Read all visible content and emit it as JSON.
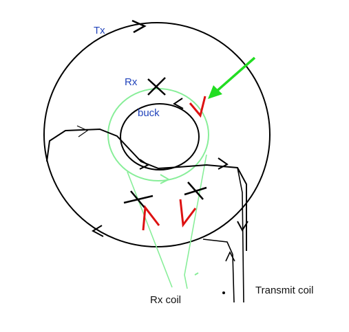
{
  "labels": {
    "tx": "Tx",
    "rx": "Rx",
    "buck": "buck",
    "rx_coil": "Rx coil",
    "transmit_coil": "Transmit coil"
  },
  "colors": {
    "background": "#ffffff",
    "ink": "#000000",
    "rx_loop": "#88ee99",
    "label_blue": "#2244bb",
    "annotation_red": "#dd1111",
    "pointer_green": "#22dd22"
  },
  "icons": [
    "cross-mark-icon",
    "check-mark-icon",
    "arrow-pointer-icon",
    "direction-arrow-icon"
  ]
}
